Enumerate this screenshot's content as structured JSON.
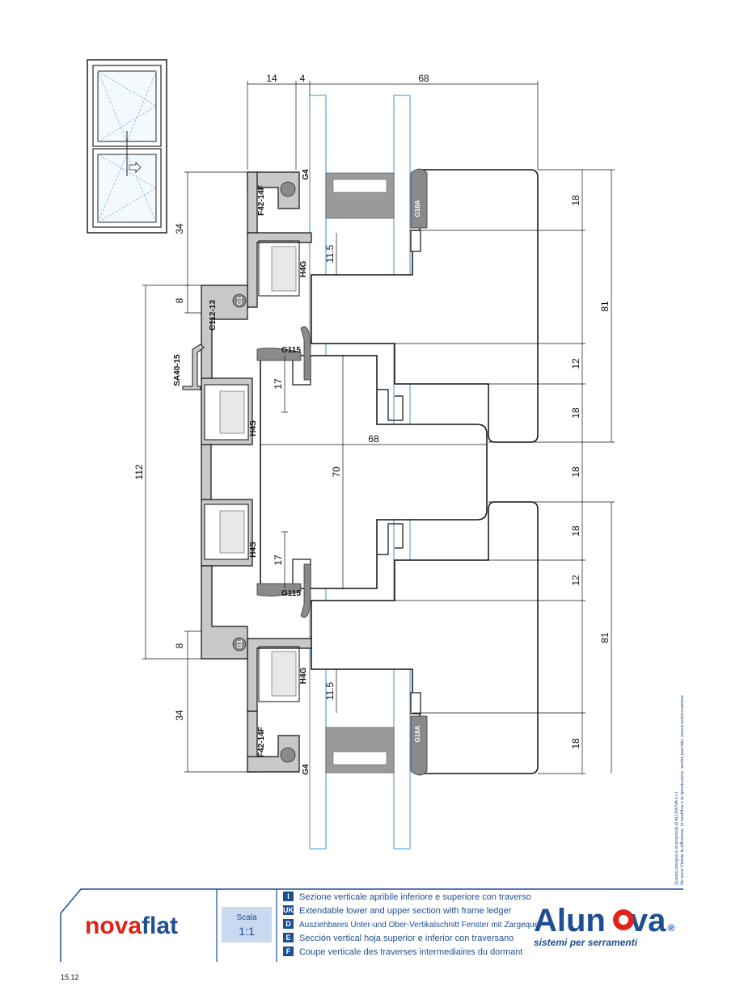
{
  "dimensions": {
    "top": [
      "14",
      "4",
      "68"
    ],
    "left_upper": [
      "34",
      "8"
    ],
    "left_total": "112",
    "left_lower": [
      "8",
      "34"
    ],
    "inner": [
      "17",
      "17",
      "11.5",
      "11.5",
      "68",
      "70"
    ],
    "right": [
      "18",
      "81",
      "12",
      "18",
      "18",
      "18",
      "12",
      "81",
      "18"
    ]
  },
  "profiles": {
    "g4": "G4",
    "f42": "F42-14F",
    "h4g": "H4G",
    "g1": "G1",
    "c112": "C112-13",
    "sa40": "SA40-15",
    "g115": "G115",
    "h4s": "H4S",
    "g18a": "G18A"
  },
  "footer": {
    "brand_part1": "nova",
    "brand_part2": "flat",
    "scale_label": "Scala",
    "scale_value": "1:1",
    "languages": [
      {
        "code": "I",
        "text": "Sezione verticale apribile inferiore e superiore con traverso"
      },
      {
        "code": "UK",
        "text": "Extendable lower and upper section with frame ledger"
      },
      {
        "code": "D",
        "text": "Ausziehbares Unter-und Ober-Vertikalschnitt Fenster mit Zargequer"
      },
      {
        "code": "E",
        "text": "Sección vertical hoja superior e inferior con traversano"
      },
      {
        "code": "F",
        "text": "Coupe verticale des traverses intermediaires du dormant"
      }
    ],
    "company_part1": "Alun",
    "company_part2": "va",
    "company_registered": "®",
    "company_sub": "sistemi per serramenti",
    "revision": "15.12"
  },
  "copyright": {
    "line1": "Questo disegno è di proprietà di ALUNOVA s.r.l.",
    "line2": "Ne sono Vietate la diffusione, la modifica e la riproduzione, anche parziale, senza autorizzazione"
  },
  "colors": {
    "brand_blue": "#1d4f91",
    "brand_red": "#e2231a",
    "glass": "#7fb6e0",
    "profile_gray": "#c8c8c8",
    "gasket_gray": "#8a8a8a",
    "scale_box": "#c9d9ef"
  }
}
